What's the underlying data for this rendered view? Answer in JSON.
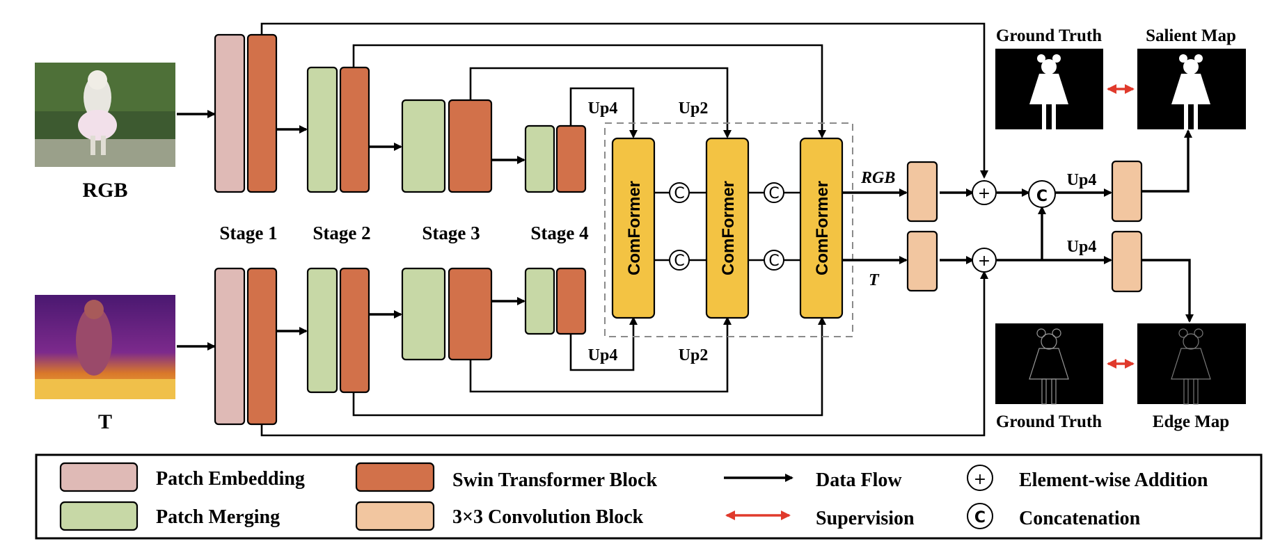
{
  "colors": {
    "patch_embedding": "#dfbab6",
    "patch_merging": "#c7d8a6",
    "swin_block": "#d2714a",
    "conv_block": "#f2c6a0",
    "comformer": "#f3c343",
    "supervision": "#e03a2c",
    "dashed_box": "#8a8a8a"
  },
  "inputs": {
    "rgb": "RGB",
    "thermal": "T"
  },
  "stages": [
    "Stage 1",
    "Stage 2",
    "Stage 3",
    "Stage 4"
  ],
  "upsample": {
    "up4": "Up4",
    "up2": "Up2"
  },
  "comformer_label": "ComFormer",
  "stream_labels": {
    "rgb": "RGB",
    "thermal": "T"
  },
  "concat_symbol": "C",
  "add_symbol": "+",
  "outputs": {
    "gt_top": "Ground Truth",
    "salient_map": "Salient Map",
    "gt_bottom": "Ground Truth",
    "edge_map": "Edge Map"
  },
  "legend": {
    "patch_embedding": "Patch Embedding",
    "patch_merging": "Patch Merging",
    "swin_block": "Swin Transformer Block",
    "conv_block": "3×3 Convolution Block",
    "data_flow": "Data Flow",
    "supervision": "Supervision",
    "addition": "Element-wise Addition",
    "concatenation": "Concatenation"
  }
}
